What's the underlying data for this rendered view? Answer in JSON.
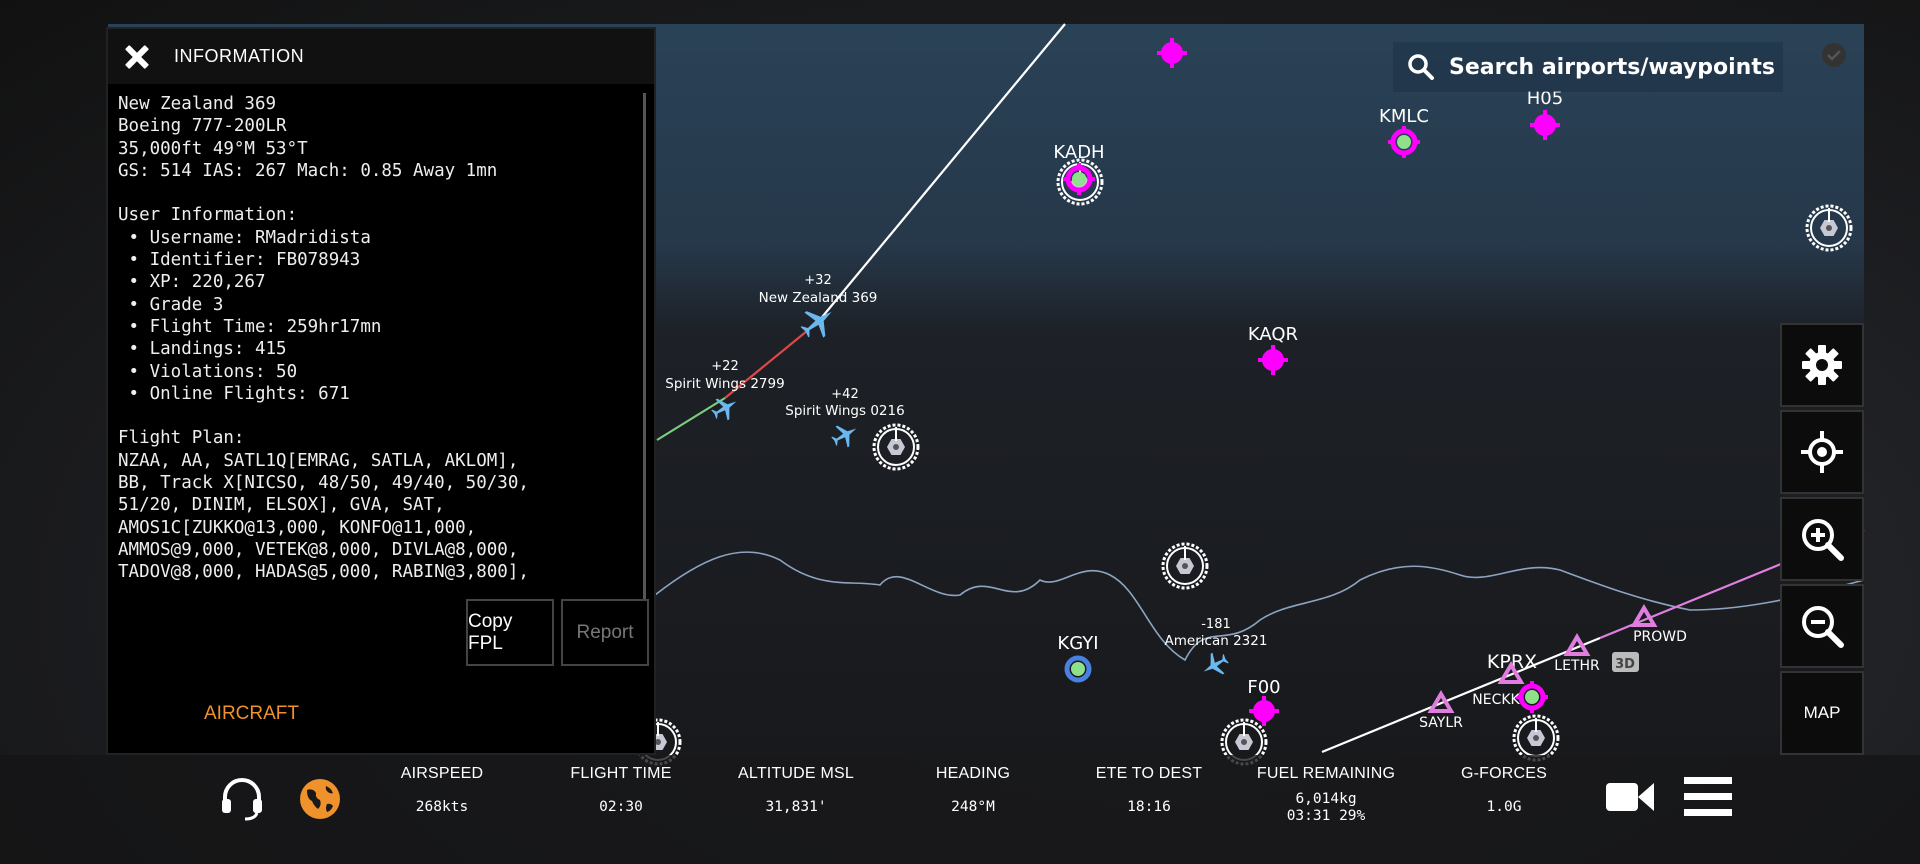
{
  "panel": {
    "title": "INFORMATION",
    "lines": [
      "New Zealand 369",
      "Boeing 777-200LR",
      "35,000ft 49°M 53°T",
      "GS: 514 IAS: 267 Mach: 0.85 Away 1mn",
      "",
      "User Information:",
      " • Username: RMadridista",
      " • Identifier: FB078943",
      " • XP: 220,267",
      " • Grade 3",
      " • Flight Time: 259hr17mn",
      " • Landings: 415",
      " • Violations: 50",
      " • Online Flights: 671",
      "",
      "Flight Plan:",
      "NZAA, AA, SATL1Q[EMRAG, SATLA, AKLOM],",
      "BB, Track X[NICSO, 48/50, 49/40, 50/30,",
      "51/20, DINIM, ELSOX], GVA, SAT,",
      "AMOS1C[ZUKKO@13,000, KONFO@11,000,",
      "AMMOS@9,000, VETEK@8,000, DIVLA@8,000,",
      "TADOV@8,000, HADAS@5,000, RABIN@3,800],"
    ],
    "copy_fpl": "Copy FPL",
    "report": "Report",
    "aircraft_tab": "AIRCRAFT"
  },
  "search": {
    "placeholder": "Search airports/waypoints"
  },
  "map": {
    "airports": [
      {
        "id": "KADH"
      },
      {
        "id": "KMLC"
      },
      {
        "id": "H05"
      },
      {
        "id": "KAQR"
      },
      {
        "id": "KGYI"
      },
      {
        "id": "F00"
      },
      {
        "id": "KPRX"
      }
    ],
    "aircraft": [
      {
        "name": "New Zealand 369",
        "vs": "+32"
      },
      {
        "name": "Spirit Wings 2799",
        "vs": "+22"
      },
      {
        "name": "Spirit Wings 0216",
        "vs": "+42"
      },
      {
        "name": "American 2321",
        "vs": "-181"
      }
    ],
    "waypoints": [
      "SAYLR",
      "NECKK",
      "LETHR",
      "PROWD"
    ],
    "badge_3d": "3D"
  },
  "right_buttons": {
    "map": "MAP"
  },
  "stats": [
    {
      "label": "AIRSPEED",
      "value": "268kts"
    },
    {
      "label": "FLIGHT TIME",
      "value": "02:30"
    },
    {
      "label": "ALTITUDE MSL",
      "value": "31,831'"
    },
    {
      "label": "HEADING",
      "value": "248°M"
    },
    {
      "label": "ETE TO DEST",
      "value": "18:16"
    },
    {
      "label": "FUEL REMAINING",
      "value": "6,014kg",
      "value2": "03:31 29%"
    },
    {
      "label": "G-FORCES",
      "value": "1.0G"
    }
  ],
  "colors": {
    "accent": "#f0922b",
    "airport": "#ff00ff",
    "aircraft": "#6ab8ee"
  }
}
